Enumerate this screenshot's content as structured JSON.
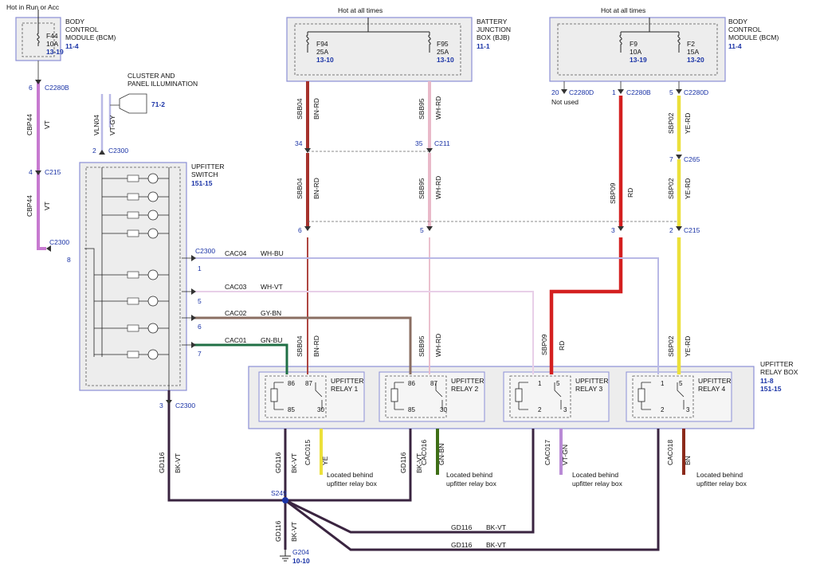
{
  "header_labels": {
    "hot_run_acc": "Hot in Run or Acc",
    "hot_all_1": "Hot at all times",
    "hot_all_2": "Hot at all times",
    "cluster": "CLUSTER AND",
    "cluster2": "PANEL ILLUMINATION",
    "cluster_ref": "71-2"
  },
  "modules": {
    "bcm_left": {
      "line1": "BODY",
      "line2": "CONTROL",
      "line3": "MODULE (BCM)",
      "ref": "11-4"
    },
    "bjb": {
      "line1": "BATTERY",
      "line2": "JUNCTION",
      "line3": "BOX (BJB)",
      "ref": "11-1"
    },
    "bcm_right": {
      "line1": "BODY",
      "line2": "CONTROL",
      "line3": "MODULE (BCM)",
      "ref": "11-4"
    },
    "switch": {
      "line1": "UPFITTER",
      "line2": "SWITCH",
      "ref": "151-15"
    },
    "relay_box": {
      "line1": "UPFITTER",
      "line2": "RELAY BOX",
      "ref1": "11-8",
      "ref2": "151-15"
    }
  },
  "fuses": {
    "f44": {
      "name": "F44",
      "amps": "10A",
      "ref": "13-19"
    },
    "f94": {
      "name": "F94",
      "amps": "25A",
      "ref": "13-10"
    },
    "f95": {
      "name": "F95",
      "amps": "25A",
      "ref": "13-10"
    },
    "f9": {
      "name": "F9",
      "amps": "10A",
      "ref": "13-19"
    },
    "f2": {
      "name": "F2",
      "amps": "15A",
      "ref": "13-20"
    }
  },
  "relays": [
    {
      "line1": "UPFITTER",
      "line2": "RELAY 1",
      "p1": "86",
      "p2": "87",
      "p3": "85",
      "p4": "30"
    },
    {
      "line1": "UPFITTER",
      "line2": "RELAY 2",
      "p1": "86",
      "p2": "87",
      "p3": "85",
      "p4": "30"
    },
    {
      "line1": "UPFITTER",
      "line2": "RELAY 3",
      "p1": "1",
      "p2": "5",
      "p3": "2",
      "p4": "3"
    },
    {
      "line1": "UPFITTER",
      "line2": "RELAY 4",
      "p1": "1",
      "p2": "5",
      "p3": "2",
      "p4": "3"
    }
  ],
  "connectors": {
    "c6_2280b": {
      "pin": "6",
      "name": "C2280B"
    },
    "c4_215": {
      "pin": "4",
      "name": "C215"
    },
    "c2300_8": {
      "name": "C2300",
      "pin": "8"
    },
    "c2_2300": {
      "pin": "2",
      "name": "C2300"
    },
    "c34": {
      "pin": "34"
    },
    "c35": {
      "pin": "35",
      "name": "C211"
    },
    "c6b": {
      "pin": "6"
    },
    "c5b": {
      "pin": "5"
    },
    "c20": {
      "pin": "20",
      "name": "C2280D",
      "note": "Not used"
    },
    "c1": {
      "pin": "1",
      "name": "C2280B"
    },
    "c5": {
      "pin": "5",
      "name": "C2280D"
    },
    "c7_265": {
      "pin": "7",
      "name": "C265"
    },
    "c3": {
      "pin": "3"
    },
    "c2_215": {
      "pin": "2",
      "name": "C215"
    },
    "c2300_r": {
      "name": "C2300"
    },
    "pin1": "1",
    "pin5": "5",
    "pin6": "6",
    "pin7": "7",
    "c3_2300": {
      "pin": "3",
      "name": "C2300"
    },
    "s249": "S249",
    "g204": {
      "name": "G204",
      "ref": "10-10"
    }
  },
  "circuits": {
    "cbp44_a": "CBP44",
    "vt_a": "VT",
    "cbp44_b": "CBP44",
    "vt_b": "VT",
    "vln04": "VLN04",
    "vtgy": "VT-GY",
    "sbb04_a": "SBB04",
    "bnrd_a": "BN-RD",
    "sbb95_a": "SBB95",
    "whrd_a": "WH-RD",
    "sbb04_b": "SBB04",
    "bnrd_b": "BN-RD",
    "sbb95_b": "SBB95",
    "whrd_b": "WH-RD",
    "sbb04_c": "SBB04",
    "bnrd_c": "BN-RD",
    "sbb95_c": "SBB95",
    "whrd_c": "WH-RD",
    "sbp09_a": "SBP09",
    "rd_a": "RD",
    "sbp09_b": "SBP09",
    "rd_b": "RD",
    "sbp02_a": "SBP02",
    "yerd_a": "YE-RD",
    "sbp02_b": "SBP02",
    "yerd_b": "YE-RD",
    "sbp02_c": "SBP02",
    "yerd_c": "YE-RD",
    "cac04": "CAC04",
    "whbu": "WH-BU",
    "cac03": "CAC03",
    "whvt": "WH-VT",
    "cac02": "CAC02",
    "gybn": "GY-BN",
    "cac01": "CAC01",
    "gnbu": "GN-BU",
    "gd116_a": "GD116",
    "bkvt_a": "BK-VT",
    "gd116_b": "GD116",
    "bkvt_b": "BK-VT",
    "gd116_c": "GD116",
    "bkvt_c": "BK-VT",
    "gd116_d": "GD116",
    "bkvt_d": "BK-VT",
    "gd116_e": "GD116",
    "bkvt_e": "BK-VT",
    "gd116_f": "GD116",
    "bkvt_f": "BK-VT",
    "cac015": "CAC015",
    "ye": "YE",
    "cac016": "CAC016",
    "gnbn": "GN-BN",
    "cac017": "CAC017",
    "vtgn": "VT-GN",
    "cac018": "CAC018",
    "bn": "BN"
  },
  "notes": [
    {
      "l1": "Located behind",
      "l2": "upfitter relay box"
    },
    {
      "l1": "Located behind",
      "l2": "upfitter relay box"
    },
    {
      "l1": "Located behind",
      "l2": "upfitter relay box"
    },
    {
      "l1": "Located behind",
      "l2": "upfitter relay box"
    }
  ],
  "colors": {
    "violet": "#c77ad0",
    "brown_red": "#a6322c",
    "pink": "#e9b9c9",
    "red": "#d42020",
    "yellow": "#ece03a",
    "lavender": "#b9b9e6",
    "gy_bn": "#8a6e62",
    "gn_bu": "#1f6f45",
    "bk_vt": "#3a2440",
    "gn_bn": "#3e6e16",
    "vt_gn": "#b98ad6",
    "bn": "#8b2a1a",
    "module_border": "#8b8fd6",
    "ref_blue": "#1a33a6"
  }
}
